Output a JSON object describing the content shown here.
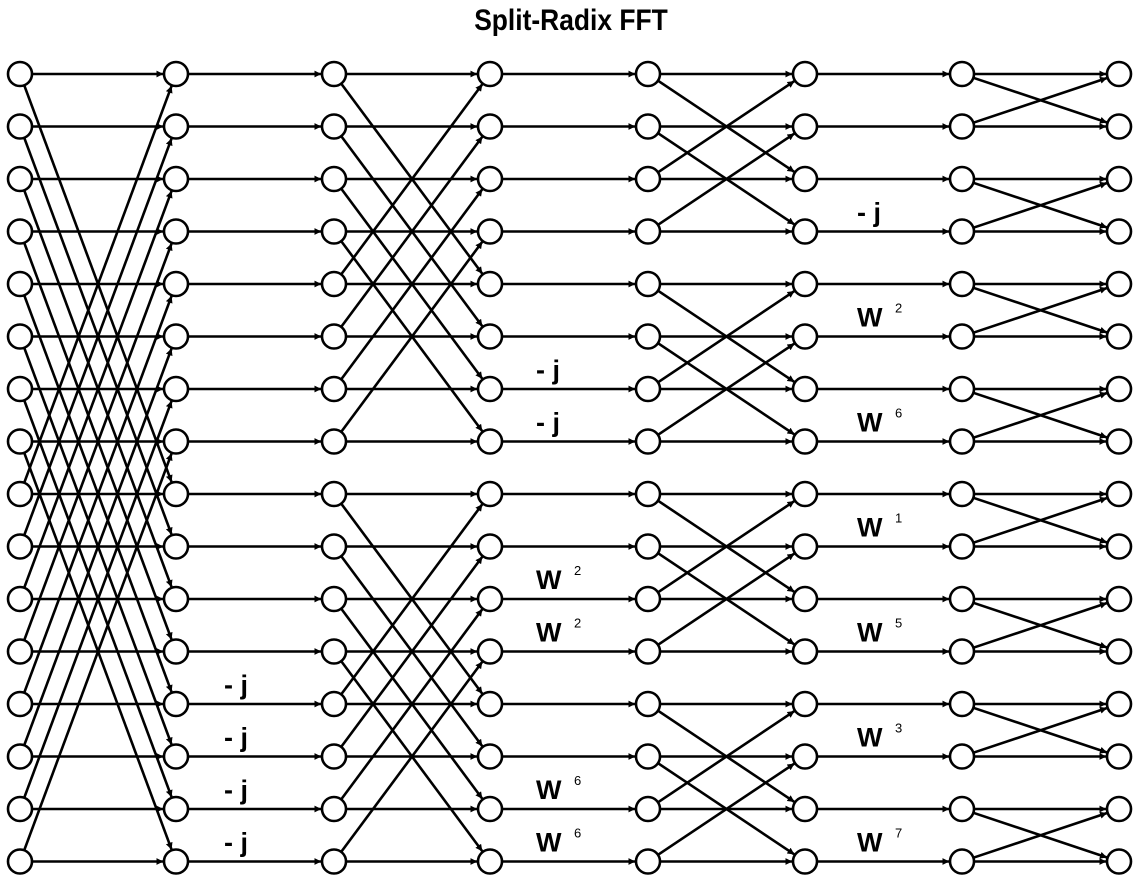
{
  "title": "Split-Radix FFT",
  "network": {
    "inputs": 16,
    "stages": 7,
    "node_style": "hollow-circle",
    "edge_style": "arrow",
    "edge_color": "#000000",
    "stage_edges": [
      [
        [
          0,
          0
        ],
        [
          0,
          8
        ],
        [
          1,
          1
        ],
        [
          1,
          9
        ],
        [
          2,
          2
        ],
        [
          2,
          10
        ],
        [
          3,
          3
        ],
        [
          3,
          11
        ],
        [
          4,
          4
        ],
        [
          4,
          12
        ],
        [
          5,
          5
        ],
        [
          5,
          13
        ],
        [
          6,
          6
        ],
        [
          6,
          14
        ],
        [
          7,
          7
        ],
        [
          7,
          15
        ],
        [
          8,
          0
        ],
        [
          8,
          8
        ],
        [
          9,
          1
        ],
        [
          9,
          9
        ],
        [
          10,
          2
        ],
        [
          10,
          10
        ],
        [
          11,
          3
        ],
        [
          11,
          11
        ],
        [
          12,
          4
        ],
        [
          12,
          12
        ],
        [
          13,
          5
        ],
        [
          13,
          13
        ],
        [
          14,
          6
        ],
        [
          14,
          14
        ],
        [
          15,
          7
        ],
        [
          15,
          15
        ]
      ],
      [
        [
          0,
          0
        ],
        [
          1,
          1
        ],
        [
          2,
          2
        ],
        [
          3,
          3
        ],
        [
          4,
          4
        ],
        [
          5,
          5
        ],
        [
          6,
          6
        ],
        [
          7,
          7
        ],
        [
          8,
          8
        ],
        [
          9,
          9
        ],
        [
          10,
          10
        ],
        [
          11,
          11
        ],
        [
          12,
          12
        ],
        [
          13,
          13
        ],
        [
          14,
          14
        ],
        [
          15,
          15
        ]
      ],
      [
        [
          0,
          0
        ],
        [
          0,
          4
        ],
        [
          1,
          1
        ],
        [
          1,
          5
        ],
        [
          2,
          2
        ],
        [
          2,
          6
        ],
        [
          3,
          3
        ],
        [
          3,
          7
        ],
        [
          4,
          0
        ],
        [
          4,
          4
        ],
        [
          5,
          1
        ],
        [
          5,
          5
        ],
        [
          6,
          2
        ],
        [
          6,
          6
        ],
        [
          7,
          3
        ],
        [
          7,
          7
        ],
        [
          8,
          8
        ],
        [
          8,
          12
        ],
        [
          9,
          9
        ],
        [
          9,
          13
        ],
        [
          10,
          10
        ],
        [
          10,
          14
        ],
        [
          11,
          11
        ],
        [
          11,
          15
        ],
        [
          12,
          8
        ],
        [
          12,
          12
        ],
        [
          13,
          9
        ],
        [
          13,
          13
        ],
        [
          14,
          10
        ],
        [
          14,
          14
        ],
        [
          15,
          11
        ],
        [
          15,
          15
        ]
      ],
      [
        [
          0,
          0
        ],
        [
          1,
          1
        ],
        [
          2,
          2
        ],
        [
          3,
          3
        ],
        [
          4,
          4
        ],
        [
          5,
          5
        ],
        [
          6,
          6
        ],
        [
          7,
          7
        ],
        [
          8,
          8
        ],
        [
          9,
          9
        ],
        [
          10,
          10
        ],
        [
          11,
          11
        ],
        [
          12,
          12
        ],
        [
          13,
          13
        ],
        [
          14,
          14
        ],
        [
          15,
          15
        ]
      ],
      [
        [
          0,
          0
        ],
        [
          0,
          2
        ],
        [
          1,
          1
        ],
        [
          1,
          3
        ],
        [
          2,
          0
        ],
        [
          2,
          2
        ],
        [
          3,
          1
        ],
        [
          3,
          3
        ],
        [
          4,
          4
        ],
        [
          4,
          6
        ],
        [
          5,
          5
        ],
        [
          5,
          7
        ],
        [
          6,
          4
        ],
        [
          6,
          6
        ],
        [
          7,
          5
        ],
        [
          7,
          7
        ],
        [
          8,
          8
        ],
        [
          8,
          10
        ],
        [
          9,
          9
        ],
        [
          9,
          11
        ],
        [
          10,
          8
        ],
        [
          10,
          10
        ],
        [
          11,
          9
        ],
        [
          11,
          11
        ],
        [
          12,
          12
        ],
        [
          12,
          14
        ],
        [
          13,
          13
        ],
        [
          13,
          15
        ],
        [
          14,
          12
        ],
        [
          14,
          14
        ],
        [
          15,
          13
        ],
        [
          15,
          15
        ]
      ],
      [
        [
          0,
          0
        ],
        [
          1,
          1
        ],
        [
          2,
          2
        ],
        [
          3,
          3
        ],
        [
          4,
          4
        ],
        [
          5,
          5
        ],
        [
          6,
          6
        ],
        [
          7,
          7
        ],
        [
          8,
          8
        ],
        [
          9,
          9
        ],
        [
          10,
          10
        ],
        [
          11,
          11
        ],
        [
          12,
          12
        ],
        [
          13,
          13
        ],
        [
          14,
          14
        ],
        [
          15,
          15
        ]
      ],
      [
        [
          0,
          0
        ],
        [
          0,
          1
        ],
        [
          1,
          0
        ],
        [
          1,
          1
        ],
        [
          2,
          2
        ],
        [
          2,
          3
        ],
        [
          3,
          2
        ],
        [
          3,
          3
        ],
        [
          4,
          4
        ],
        [
          4,
          5
        ],
        [
          5,
          4
        ],
        [
          5,
          5
        ],
        [
          6,
          6
        ],
        [
          6,
          7
        ],
        [
          7,
          6
        ],
        [
          7,
          7
        ],
        [
          8,
          8
        ],
        [
          8,
          9
        ],
        [
          9,
          8
        ],
        [
          9,
          9
        ],
        [
          10,
          10
        ],
        [
          10,
          11
        ],
        [
          11,
          10
        ],
        [
          11,
          11
        ],
        [
          12,
          12
        ],
        [
          12,
          13
        ],
        [
          13,
          12
        ],
        [
          13,
          13
        ],
        [
          14,
          14
        ],
        [
          14,
          15
        ],
        [
          15,
          14
        ],
        [
          15,
          15
        ]
      ]
    ]
  },
  "twiddles": [
    {
      "stage": 1,
      "row": 12,
      "base": "- j",
      "exp": ""
    },
    {
      "stage": 1,
      "row": 13,
      "base": "- j",
      "exp": ""
    },
    {
      "stage": 1,
      "row": 14,
      "base": "- j",
      "exp": ""
    },
    {
      "stage": 1,
      "row": 15,
      "base": "- j",
      "exp": ""
    },
    {
      "stage": 3,
      "row": 6,
      "base": "- j",
      "exp": ""
    },
    {
      "stage": 3,
      "row": 7,
      "base": "- j",
      "exp": ""
    },
    {
      "stage": 3,
      "row": 10,
      "base": "W",
      "exp": "2"
    },
    {
      "stage": 3,
      "row": 11,
      "base": "W",
      "exp": "2"
    },
    {
      "stage": 3,
      "row": 14,
      "base": "W",
      "exp": "6"
    },
    {
      "stage": 3,
      "row": 15,
      "base": "W",
      "exp": "6"
    },
    {
      "stage": 5,
      "row": 3,
      "base": "- j",
      "exp": ""
    },
    {
      "stage": 5,
      "row": 5,
      "base": "W",
      "exp": "2"
    },
    {
      "stage": 5,
      "row": 7,
      "base": "W",
      "exp": "6"
    },
    {
      "stage": 5,
      "row": 9,
      "base": "W",
      "exp": "1"
    },
    {
      "stage": 5,
      "row": 11,
      "base": "W",
      "exp": "5"
    },
    {
      "stage": 5,
      "row": 13,
      "base": "W",
      "exp": "3"
    },
    {
      "stage": 5,
      "row": 15,
      "base": "W",
      "exp": "7"
    }
  ]
}
